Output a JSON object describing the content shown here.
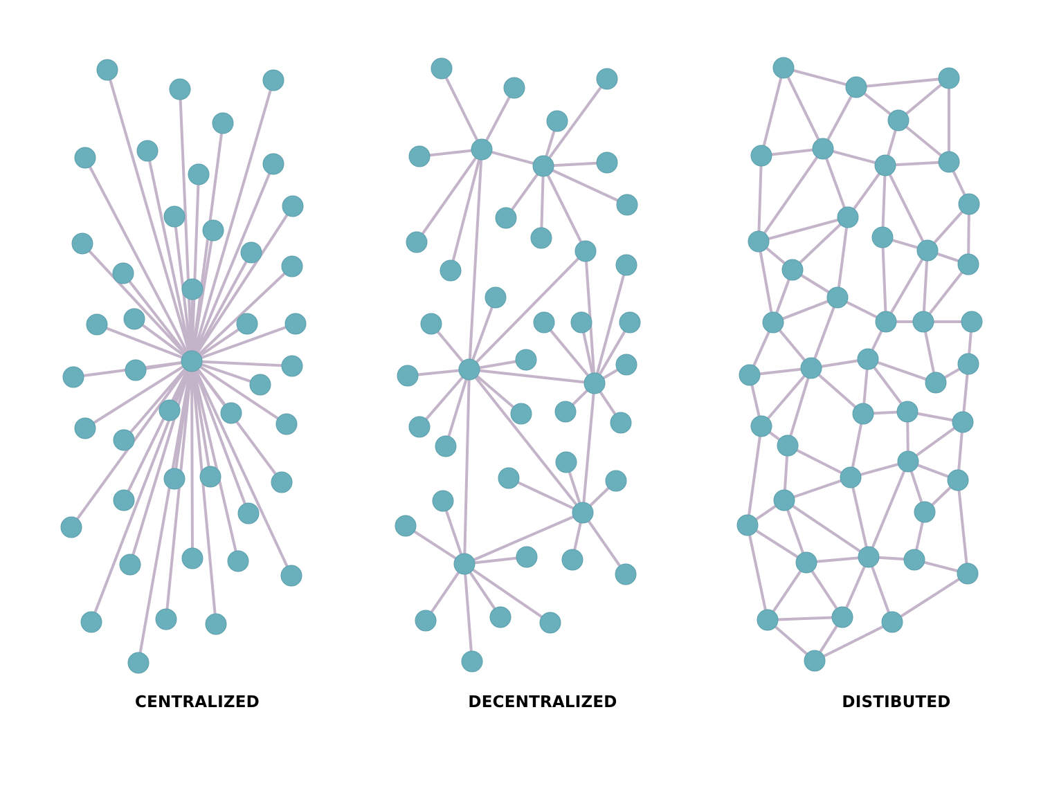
{
  "colors": {
    "node": "#6aafbc",
    "edge": "#c4b4c9",
    "caption": "#000000",
    "background": "#ffffff"
  },
  "panels": [
    {
      "id": "centralized",
      "label": "CENTRALIZED"
    },
    {
      "id": "decentralized",
      "label": "DECENTRALIZED"
    },
    {
      "id": "distributed",
      "label": "DISTIBUTED"
    }
  ]
}
